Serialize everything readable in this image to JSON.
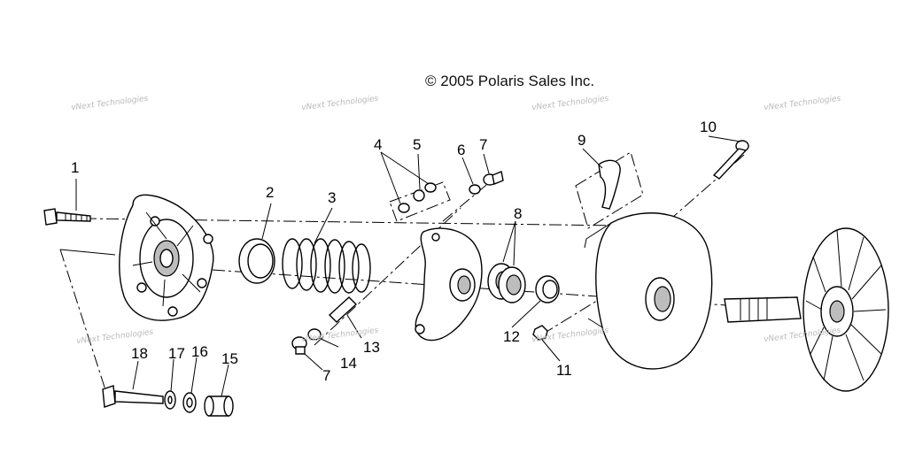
{
  "copyright": "© 2005 Polaris Sales Inc.",
  "watermark": "vNext Technologies",
  "callouts": [
    {
      "id": "1",
      "label": "1"
    },
    {
      "id": "2",
      "label": "2"
    },
    {
      "id": "3",
      "label": "3"
    },
    {
      "id": "4",
      "label": "4"
    },
    {
      "id": "5",
      "label": "5"
    },
    {
      "id": "6",
      "label": "6"
    },
    {
      "id": "7a",
      "label": "7"
    },
    {
      "id": "7b",
      "label": "7"
    },
    {
      "id": "8",
      "label": "8"
    },
    {
      "id": "9",
      "label": "9"
    },
    {
      "id": "10",
      "label": "10"
    },
    {
      "id": "11",
      "label": "11"
    },
    {
      "id": "12",
      "label": "12"
    },
    {
      "id": "13",
      "label": "13"
    },
    {
      "id": "14",
      "label": "14"
    },
    {
      "id": "15",
      "label": "15"
    },
    {
      "id": "16",
      "label": "16"
    },
    {
      "id": "17",
      "label": "17"
    },
    {
      "id": "18",
      "label": "18"
    }
  ]
}
